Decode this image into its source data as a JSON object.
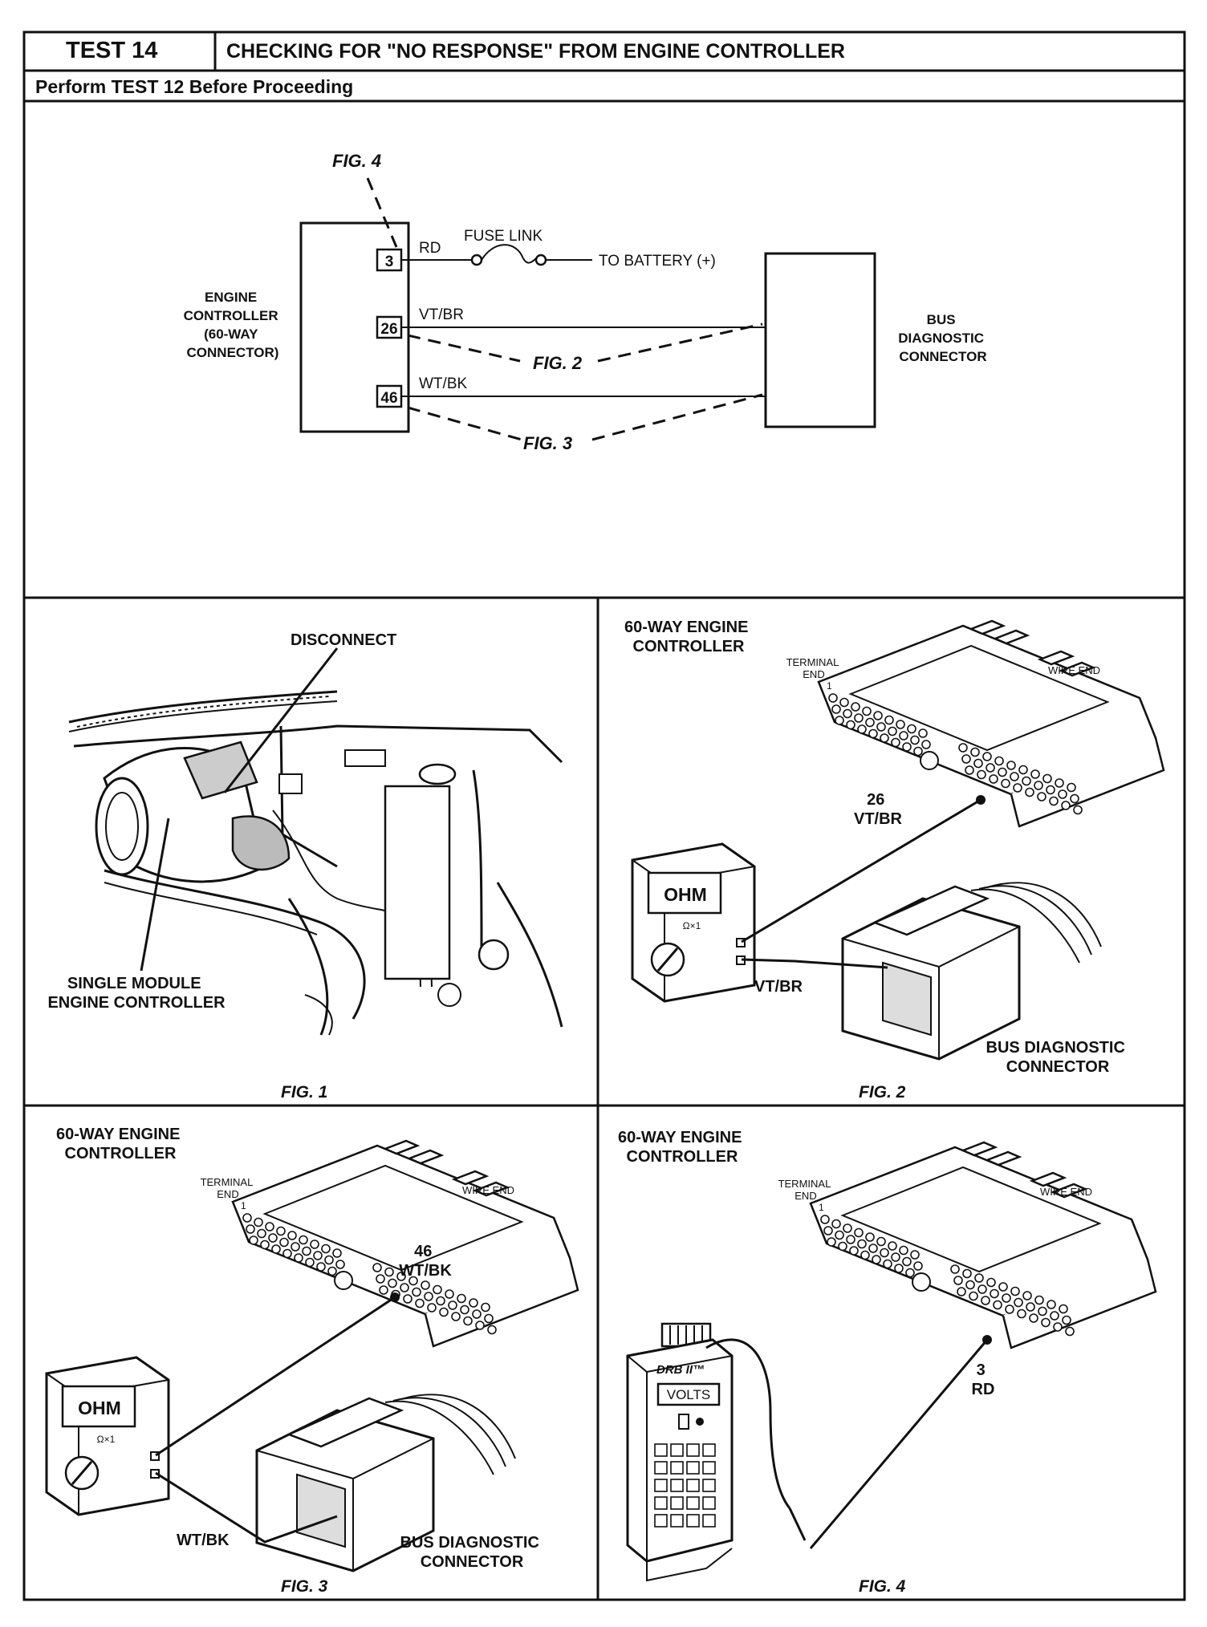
{
  "header": {
    "test_number": "TEST 14",
    "title": "CHECKING FOR \"NO RESPONSE\" FROM ENGINE CONTROLLER",
    "subtitle": "Perform TEST 12 Before Proceeding"
  },
  "schematic": {
    "fig4_ref": "FIG. 4",
    "fig2_ref": "FIG. 2",
    "fig3_ref": "FIG. 3",
    "engine_controller_label": [
      "ENGINE",
      "CONTROLLER",
      "(60-WAY",
      "CONNECTOR)"
    ],
    "bus_connector_label": [
      "BUS",
      "DIAGNOSTIC",
      "CONNECTOR"
    ],
    "pins": [
      {
        "number": "3",
        "wire": "RD"
      },
      {
        "number": "26",
        "wire": "VT/BR"
      },
      {
        "number": "46",
        "wire": "WT/BK"
      }
    ],
    "fuse_link_label": "FUSE LINK",
    "battery_label": "TO BATTERY (+)"
  },
  "fig1": {
    "caption": "FIG. 1",
    "disconnect_label": "DISCONNECT",
    "module_label": [
      "SINGLE MODULE",
      "ENGINE CONTROLLER"
    ]
  },
  "fig2": {
    "caption": "FIG. 2",
    "controller_label": [
      "60-WAY ENGINE",
      "CONTROLLER"
    ],
    "terminal_end": [
      "TERMINAL",
      "END"
    ],
    "terminal_one": "1",
    "wire_end": "WIRE END",
    "pin_label": [
      "26",
      "VT/BR"
    ],
    "meter_display": "OHM",
    "meter_range": "Ω×1",
    "lead_label": "VT/BR",
    "bus_label": [
      "BUS DIAGNOSTIC",
      "CONNECTOR"
    ]
  },
  "fig3": {
    "caption": "FIG. 3",
    "controller_label": [
      "60-WAY ENGINE",
      "CONTROLLER"
    ],
    "terminal_end": [
      "TERMINAL",
      "END"
    ],
    "terminal_one": "1",
    "wire_end": "WIRE END",
    "pin_label": [
      "46",
      "WT/BK"
    ],
    "meter_display": "OHM",
    "meter_range": "Ω×1",
    "lead_label": "WT/BK",
    "bus_label": [
      "BUS DIAGNOSTIC",
      "CONNECTOR"
    ]
  },
  "fig4": {
    "caption": "FIG. 4",
    "controller_label": [
      "60-WAY ENGINE",
      "CONTROLLER"
    ],
    "terminal_end": [
      "TERMINAL",
      "END"
    ],
    "terminal_one": "1",
    "wire_end": "WIRE END",
    "pin_label": [
      "3",
      "RD"
    ],
    "tester_brand": "DRB II™",
    "tester_display": "VOLTS"
  }
}
